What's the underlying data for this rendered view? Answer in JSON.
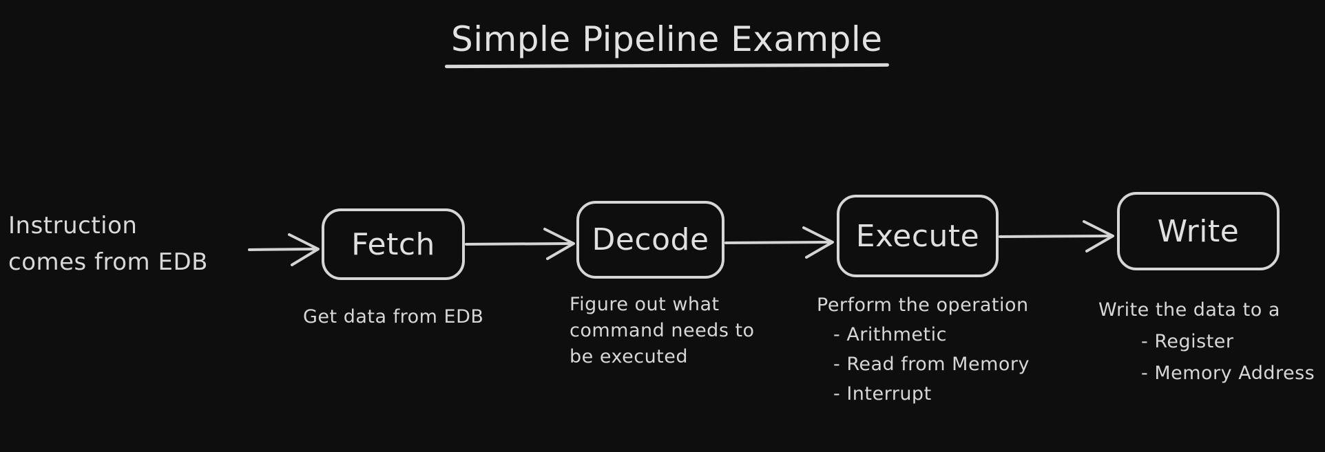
{
  "title": "Simple Pipeline Example",
  "colors": {
    "background": "#0e0e0e",
    "stroke": "#d6d6d6",
    "text": "#dcdcdc"
  },
  "input_label": {
    "lines": [
      "Instruction",
      "comes from EDB"
    ]
  },
  "stages": [
    {
      "id": "fetch",
      "label": "Fetch",
      "note_lines": [
        "Get data from EDB"
      ]
    },
    {
      "id": "decode",
      "label": "Decode",
      "note_lines": [
        "Figure out what",
        "command needs to",
        "be executed"
      ]
    },
    {
      "id": "execute",
      "label": "Execute",
      "note_lines": [
        "Perform the operation",
        "- Arithmetic",
        "- Read from Memory",
        "- Interrupt"
      ]
    },
    {
      "id": "write",
      "label": "Write",
      "note_lines": [
        "Write the data to a",
        "- Register",
        "- Memory Address"
      ]
    }
  ],
  "edges": [
    {
      "from": "instruction-source",
      "to": "fetch"
    },
    {
      "from": "fetch",
      "to": "decode"
    },
    {
      "from": "decode",
      "to": "execute"
    },
    {
      "from": "execute",
      "to": "write"
    }
  ]
}
